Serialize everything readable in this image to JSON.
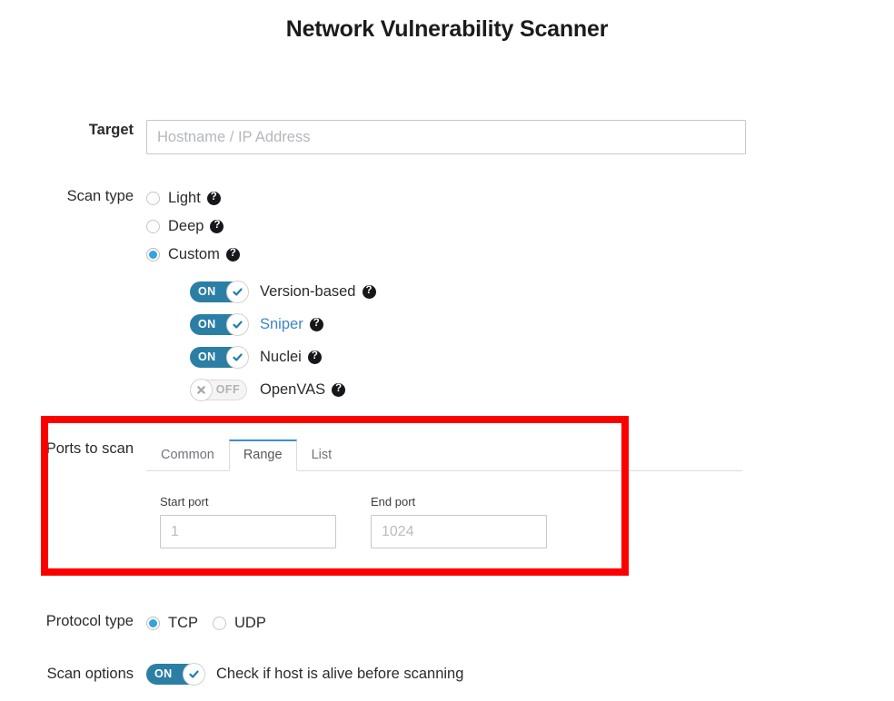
{
  "page": {
    "title": "Network Vulnerability Scanner"
  },
  "target": {
    "label": "Target",
    "placeholder": "Hostname / IP Address",
    "value": ""
  },
  "scan_type": {
    "label": "Scan type",
    "options": [
      {
        "label": "Light",
        "selected": false,
        "help": "?"
      },
      {
        "label": "Deep",
        "selected": false,
        "help": "?"
      },
      {
        "label": "Custom",
        "selected": true,
        "help": "?"
      }
    ]
  },
  "engines": [
    {
      "label": "Version-based",
      "state": "ON",
      "help": "?",
      "link": false
    },
    {
      "label": "Sniper",
      "state": "ON",
      "help": "?",
      "link": true
    },
    {
      "label": "Nuclei",
      "state": "ON",
      "help": "?",
      "link": false
    },
    {
      "label": "OpenVAS",
      "state": "OFF",
      "help": "?",
      "link": false
    }
  ],
  "ports": {
    "label": "Ports to scan",
    "tabs": [
      {
        "label": "Common",
        "active": false
      },
      {
        "label": "Range",
        "active": true
      },
      {
        "label": "List",
        "active": false
      }
    ],
    "start_port": {
      "label": "Start port",
      "placeholder": "1",
      "value": ""
    },
    "end_port": {
      "label": "End port",
      "placeholder": "1024",
      "value": ""
    }
  },
  "protocol": {
    "label": "Protocol type",
    "options": [
      {
        "label": "TCP",
        "selected": true
      },
      {
        "label": "UDP",
        "selected": false
      }
    ]
  },
  "scan_options": {
    "label": "Scan options",
    "toggle_state": "ON",
    "text": "Check if host is alive before scanning"
  },
  "colors": {
    "accent_blue": "#34a2dd",
    "toggle_on": "#2b7fa5",
    "link_blue": "#3d86c6",
    "tab_active_border": "#3b8dd0",
    "highlight_red": "#fc0000"
  }
}
